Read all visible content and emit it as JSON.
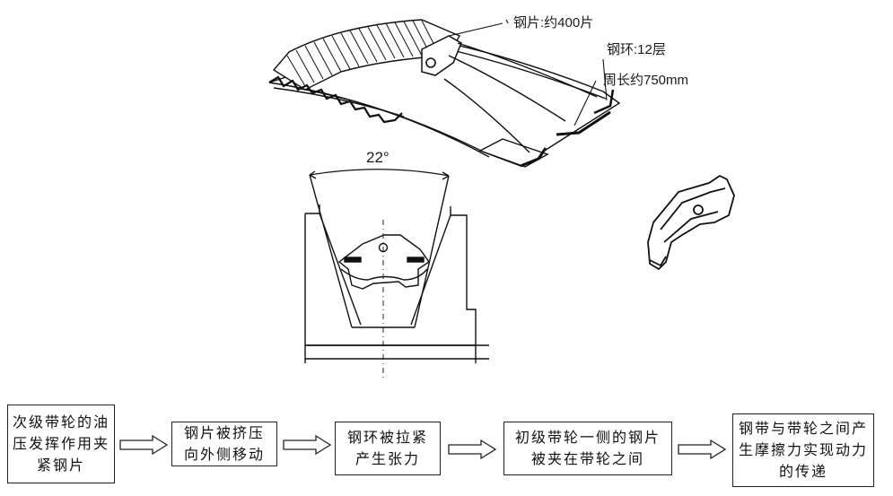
{
  "labels": {
    "steel_pieces": "钢片:约400片",
    "steel_rings": "钢环:12层",
    "circumference": "周长约750mm",
    "angle": "22°"
  },
  "flow": [
    {
      "text": "次级带轮的油压发挥作用夹紧钢片"
    },
    {
      "text": "钢片被挤压向外侧移动"
    },
    {
      "text": "钢环被拉紧产生张力"
    },
    {
      "text": "初级带轮一侧的钢片被夹在带轮之间"
    },
    {
      "text": "钢带与带轮之间产生摩擦力实现动力的传递"
    }
  ]
}
